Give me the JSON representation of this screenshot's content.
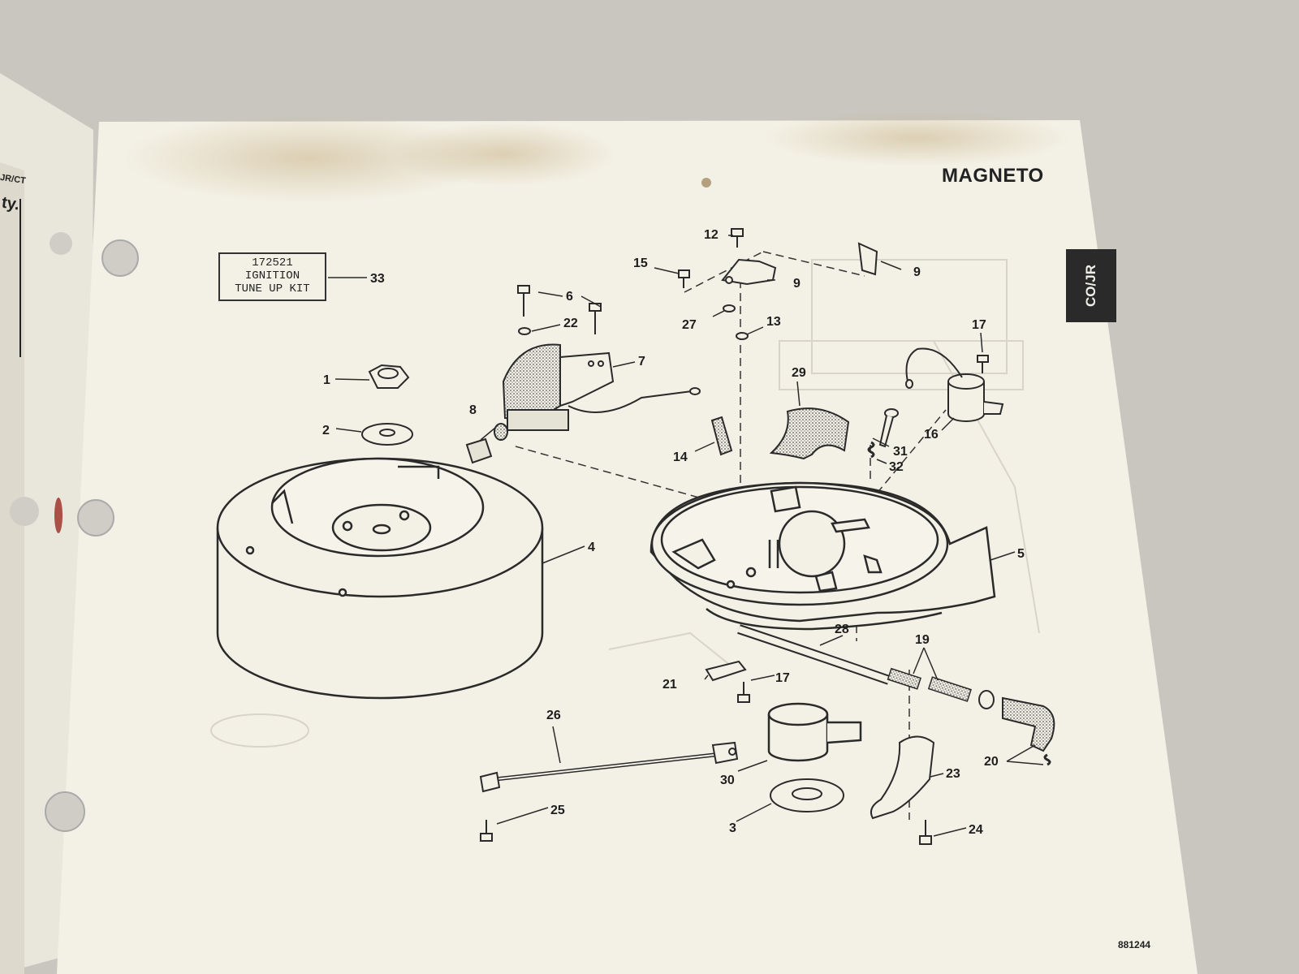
{
  "page": {
    "title": "MAGNETO",
    "side_tab": "CO/JR",
    "doc_number": "881244",
    "left_edge_fragments": [
      "JR/CT",
      "ty."
    ]
  },
  "kit_box": {
    "lines": [
      "172521",
      "IGNITION",
      "TUNE UP KIT"
    ]
  },
  "callouts": {
    "c1": "1",
    "c2": "2",
    "c3": "3",
    "c4": "4",
    "c5": "5",
    "c6": "6",
    "c7": "7",
    "c8": "8",
    "c9a": "9",
    "c9b": "9",
    "c12": "12",
    "c13": "13",
    "c14": "14",
    "c15": "15",
    "c16": "16",
    "c17a": "17",
    "c17b": "17",
    "c19": "19",
    "c20": "20",
    "c21": "21",
    "c22": "22",
    "c23": "23",
    "c24": "24",
    "c25": "25",
    "c26": "26",
    "c27": "27",
    "c28": "28",
    "c29": "29",
    "c30": "30",
    "c31": "31",
    "c32": "32",
    "c33": "33"
  },
  "colors": {
    "page": "#f3f1e6",
    "background": "#c8c6bf",
    "ink": "#2a2a2a",
    "tab": "#2a2a2a",
    "stain": "#c9b38a",
    "red_stain": "#9b2a20"
  }
}
